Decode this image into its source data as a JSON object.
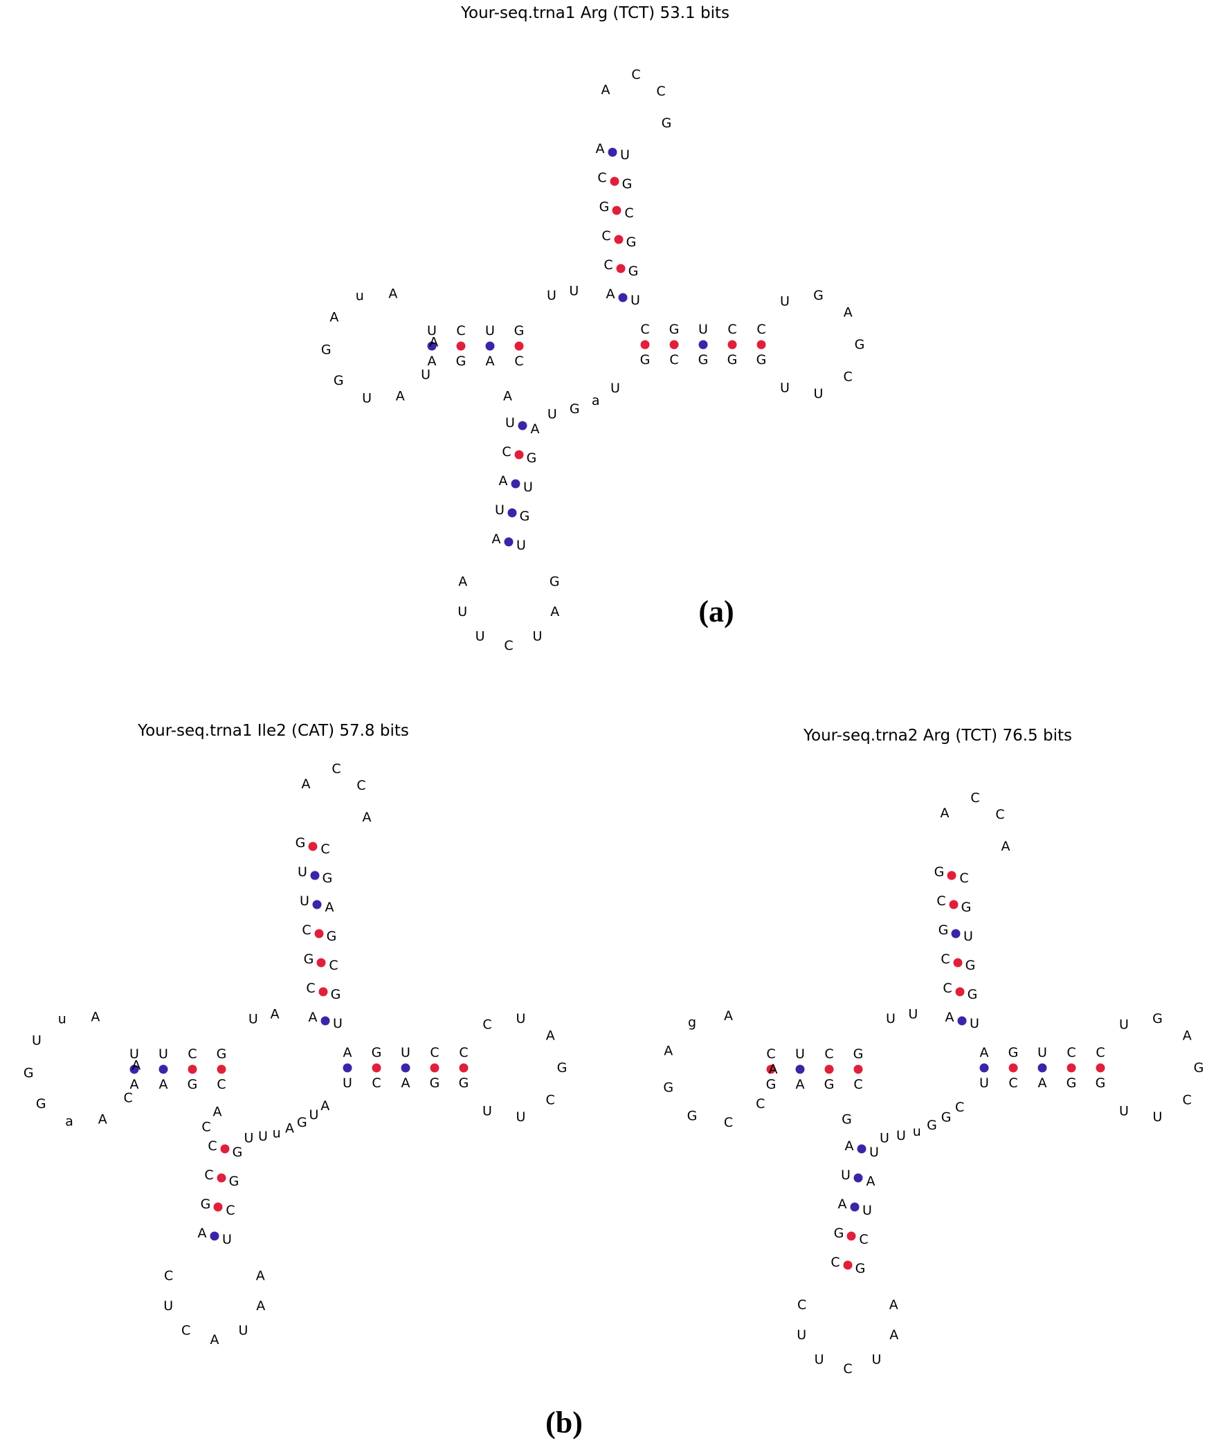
{
  "colors": {
    "gc_pair": "#e0203a",
    "au_pair": "#3a25a8",
    "text": "#000000"
  },
  "panels": [
    {
      "id": "a",
      "title": "Your-seq.trna1 Arg (TCT) 53.1 bits",
      "label": "(a)",
      "acceptor_tail": [
        "A",
        "C",
        "C",
        "G"
      ],
      "acceptor_stem": [
        [
          "A",
          "U",
          "au"
        ],
        [
          "C",
          "G",
          "gc"
        ],
        [
          "G",
          "C",
          "gc"
        ],
        [
          "C",
          "G",
          "gc"
        ],
        [
          "C",
          "G",
          "gc"
        ],
        [
          "A",
          "U",
          "au"
        ]
      ],
      "junction_top": [
        "U",
        "U"
      ],
      "d_stem": [
        [
          "G",
          "C",
          "gc"
        ],
        [
          "U",
          "A",
          "au"
        ],
        [
          "C",
          "G",
          "gc"
        ],
        [
          "U",
          "A",
          "au"
        ]
      ],
      "d_loop": [
        "A",
        "U",
        "A",
        "U",
        "G",
        "G",
        "A",
        "u",
        "A"
      ],
      "d_to_anticodon": [
        "A"
      ],
      "anticodon_stem": [
        [
          "U",
          "A",
          "au"
        ],
        [
          "C",
          "G",
          "gc"
        ],
        [
          "A",
          "U",
          "au"
        ],
        [
          "U",
          "G",
          "au"
        ],
        [
          "A",
          "U",
          "au"
        ]
      ],
      "anticodon_loop": [
        "A",
        "U",
        "U",
        "C",
        "U",
        "A",
        "G"
      ],
      "variable_loop": [
        "U",
        "G",
        "a",
        "U"
      ],
      "t_stem": [
        [
          "C",
          "G",
          "gc"
        ],
        [
          "G",
          "C",
          "gc"
        ],
        [
          "U",
          "G",
          "au"
        ],
        [
          "C",
          "G",
          "gc"
        ],
        [
          "C",
          "G",
          "gc"
        ]
      ],
      "t_loop": [
        "U",
        "G",
        "A",
        "G",
        "C",
        "U",
        "U"
      ]
    },
    {
      "id": "b1",
      "title": "Your-seq.trna1 Ile2 (CAT) 57.8 bits",
      "label": "",
      "acceptor_tail": [
        "A",
        "C",
        "C",
        "A"
      ],
      "acceptor_stem": [
        [
          "G",
          "C",
          "gc"
        ],
        [
          "U",
          "G",
          "au"
        ],
        [
          "U",
          "A",
          "au"
        ],
        [
          "C",
          "G",
          "gc"
        ],
        [
          "G",
          "C",
          "gc"
        ],
        [
          "C",
          "G",
          "gc"
        ],
        [
          "A",
          "U",
          "au"
        ]
      ],
      "junction_top": [
        "U",
        "A"
      ],
      "d_stem": [
        [
          "G",
          "C",
          "gc"
        ],
        [
          "C",
          "G",
          "gc"
        ],
        [
          "U",
          "A",
          "au"
        ],
        [
          "U",
          "A",
          "au"
        ]
      ],
      "d_loop": [
        "A",
        "C",
        "A",
        "a",
        "G",
        "G",
        "U",
        "u",
        "A"
      ],
      "d_to_anticodon": [
        "A",
        "C"
      ],
      "anticodon_stem": [
        [
          "C",
          "G",
          "gc"
        ],
        [
          "C",
          "G",
          "gc"
        ],
        [
          "G",
          "C",
          "gc"
        ],
        [
          "A",
          "U",
          "au"
        ]
      ],
      "anticodon_loop": [
        "C",
        "U",
        "C",
        "A",
        "U",
        "A",
        "A"
      ],
      "variable_loop": [
        "U",
        "U",
        "u",
        "A",
        "G",
        "U",
        "A"
      ],
      "t_stem": [
        [
          "A",
          "U",
          "au"
        ],
        [
          "G",
          "C",
          "gc"
        ],
        [
          "U",
          "A",
          "au"
        ],
        [
          "C",
          "G",
          "gc"
        ],
        [
          "C",
          "G",
          "gc"
        ]
      ],
      "t_loop": [
        "C",
        "U",
        "A",
        "G",
        "C",
        "U",
        "U"
      ]
    },
    {
      "id": "b2",
      "title": "Your-seq.trna2 Arg (TCT) 76.5 bits",
      "label": "",
      "acceptor_tail": [
        "A",
        "C",
        "C",
        "A"
      ],
      "acceptor_stem": [
        [
          "G",
          "C",
          "gc"
        ],
        [
          "C",
          "G",
          "gc"
        ],
        [
          "G",
          "U",
          "au"
        ],
        [
          "C",
          "G",
          "gc"
        ],
        [
          "C",
          "G",
          "gc"
        ],
        [
          "A",
          "U",
          "au"
        ]
      ],
      "junction_top": [
        "U",
        "U"
      ],
      "d_stem": [
        [
          "G",
          "C",
          "gc"
        ],
        [
          "C",
          "G",
          "gc"
        ],
        [
          "U",
          "A",
          "au"
        ],
        [
          "C",
          "G",
          "gc"
        ]
      ],
      "d_loop": [
        "A",
        "C",
        "C",
        "G",
        "G",
        "A",
        "g",
        "A"
      ],
      "d_to_anticodon": [
        "G"
      ],
      "anticodon_stem": [
        [
          "A",
          "U",
          "au"
        ],
        [
          "U",
          "A",
          "au"
        ],
        [
          "A",
          "U",
          "au"
        ],
        [
          "G",
          "C",
          "gc"
        ],
        [
          "C",
          "G",
          "gc"
        ]
      ],
      "anticodon_loop": [
        "C",
        "U",
        "U",
        "C",
        "U",
        "A",
        "A"
      ],
      "variable_loop": [
        "U",
        "U",
        "u",
        "G",
        "G",
        "C"
      ],
      "t_stem": [
        [
          "A",
          "U",
          "au"
        ],
        [
          "G",
          "C",
          "gc"
        ],
        [
          "U",
          "A",
          "au"
        ],
        [
          "C",
          "G",
          "gc"
        ],
        [
          "C",
          "G",
          "gc"
        ]
      ],
      "t_loop": [
        "U",
        "G",
        "A",
        "G",
        "C",
        "U",
        "U"
      ]
    }
  ],
  "group_label": "(b)"
}
